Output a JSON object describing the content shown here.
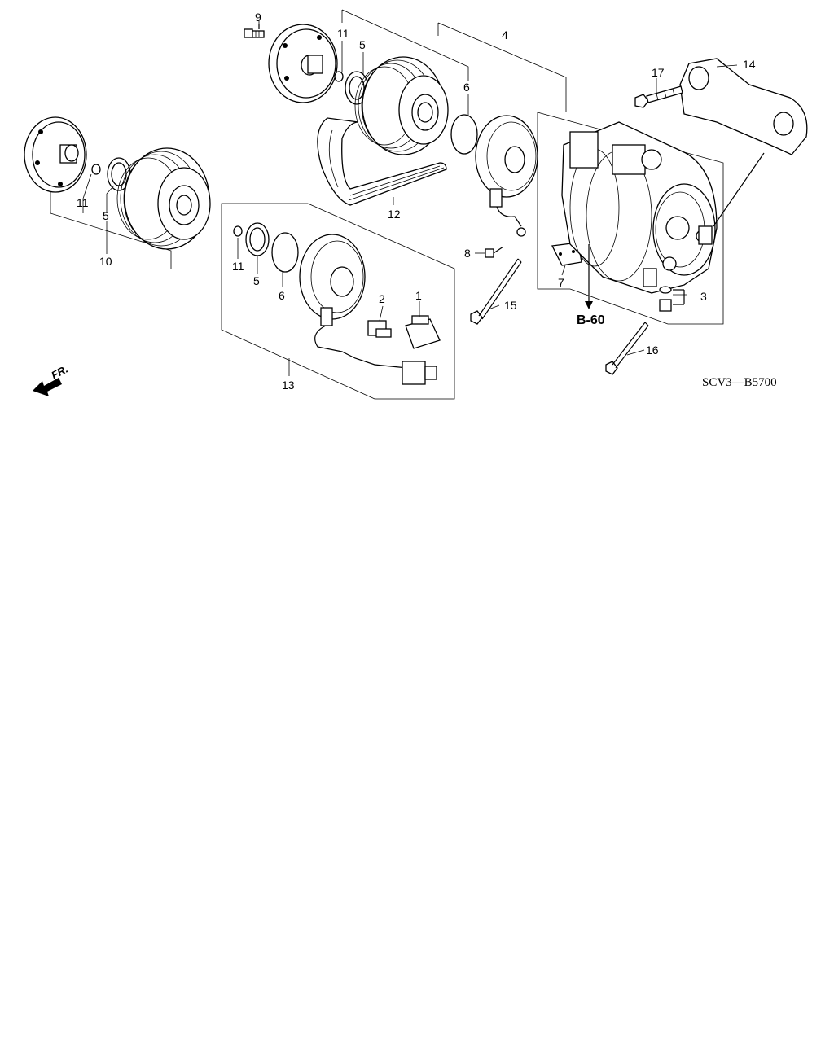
{
  "diagram": {
    "callouts": {
      "c1": "1",
      "c2": "2",
      "c3": "3",
      "c4": "4",
      "c5_top": "5",
      "c5_left": "5",
      "c5_kit": "5",
      "c6_top": "6",
      "c6_kit": "6",
      "c7": "7",
      "c8": "8",
      "c9": "9",
      "c10": "10",
      "c11_top": "11",
      "c11_left": "11",
      "c11_kit": "11",
      "c12": "12",
      "c13": "13",
      "c14": "14",
      "c15": "15",
      "c16": "16",
      "c17": "17"
    },
    "reference": "B-60",
    "front_indicator": "FR.",
    "diagram_code": "SCV3—B5700"
  }
}
